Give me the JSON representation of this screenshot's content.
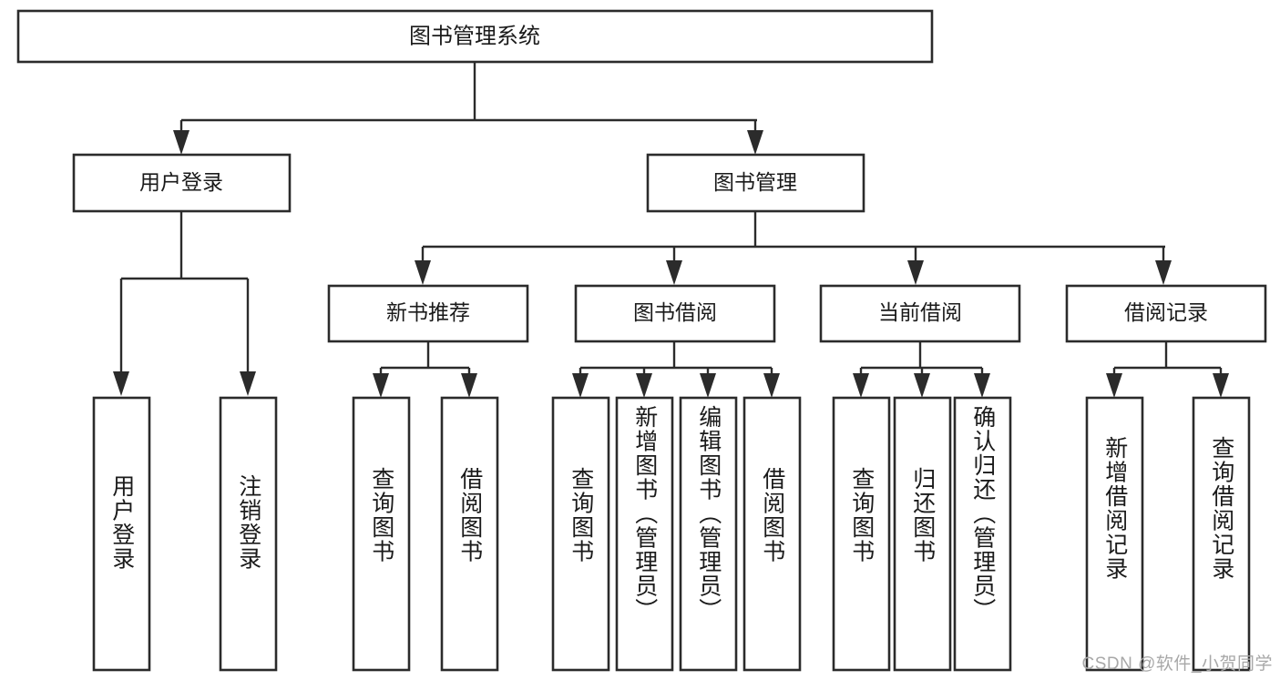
{
  "diagram": {
    "type": "tree-hierarchy",
    "title": "图书管理系统",
    "watermark": "CSDN @软件_小贺同学",
    "colors": {
      "stroke": "#2b2b2b",
      "fill": "#ffffff",
      "text": "#1a1a1a",
      "watermark": "#a8a8a8"
    },
    "root": {
      "label": "图书管理系统",
      "children": [
        {
          "label": "用户登录",
          "children": [
            {
              "label": "用户登录"
            },
            {
              "label": "注销登录"
            }
          ]
        },
        {
          "label": "图书管理",
          "children": [
            {
              "label": "新书推荐",
              "children": [
                {
                  "label": "查询图书"
                },
                {
                  "label": "借阅图书"
                }
              ]
            },
            {
              "label": "图书借阅",
              "children": [
                {
                  "label": "查询图书"
                },
                {
                  "label": "新增图书（管理员）"
                },
                {
                  "label": "编辑图书（管理员）"
                },
                {
                  "label": "借阅图书"
                }
              ]
            },
            {
              "label": "当前借阅",
              "children": [
                {
                  "label": "查询图书"
                },
                {
                  "label": "归还图书"
                },
                {
                  "label": "确认归还（管理员）"
                }
              ]
            },
            {
              "label": "借阅记录",
              "children": [
                {
                  "label": "新增借阅记录"
                },
                {
                  "label": "查询借阅记录"
                }
              ]
            }
          ]
        }
      ]
    },
    "nodes": {
      "root": {
        "label": "图书管理系统"
      },
      "user_login": {
        "label": "用户登录"
      },
      "book_manage": {
        "label": "图书管理"
      },
      "new_book_rec": {
        "label": "新书推荐"
      },
      "book_borrow": {
        "label": "图书借阅"
      },
      "current_borrow": {
        "label": "当前借阅"
      },
      "borrow_record": {
        "label": "借阅记录"
      },
      "leaf_user_login": {
        "label": "用户登录"
      },
      "leaf_user_logout": {
        "label": "注销登录"
      },
      "leaf_rec_query": {
        "label": "查询图书"
      },
      "leaf_rec_borrow": {
        "label": "借阅图书"
      },
      "leaf_borrow_query": {
        "label": "查询图书"
      },
      "leaf_borrow_add": {
        "label": "新增图书（管理员）"
      },
      "leaf_borrow_edit": {
        "label": "编辑图书（管理员）"
      },
      "leaf_borrow_do": {
        "label": "借阅图书"
      },
      "leaf_cur_query": {
        "label": "查询图书"
      },
      "leaf_cur_return": {
        "label": "归还图书"
      },
      "leaf_cur_confirm": {
        "label": "确认归还（管理员）"
      },
      "leaf_rec_add": {
        "label": "新增借阅记录"
      },
      "leaf_rec_query2": {
        "label": "查询借阅记录"
      }
    }
  }
}
